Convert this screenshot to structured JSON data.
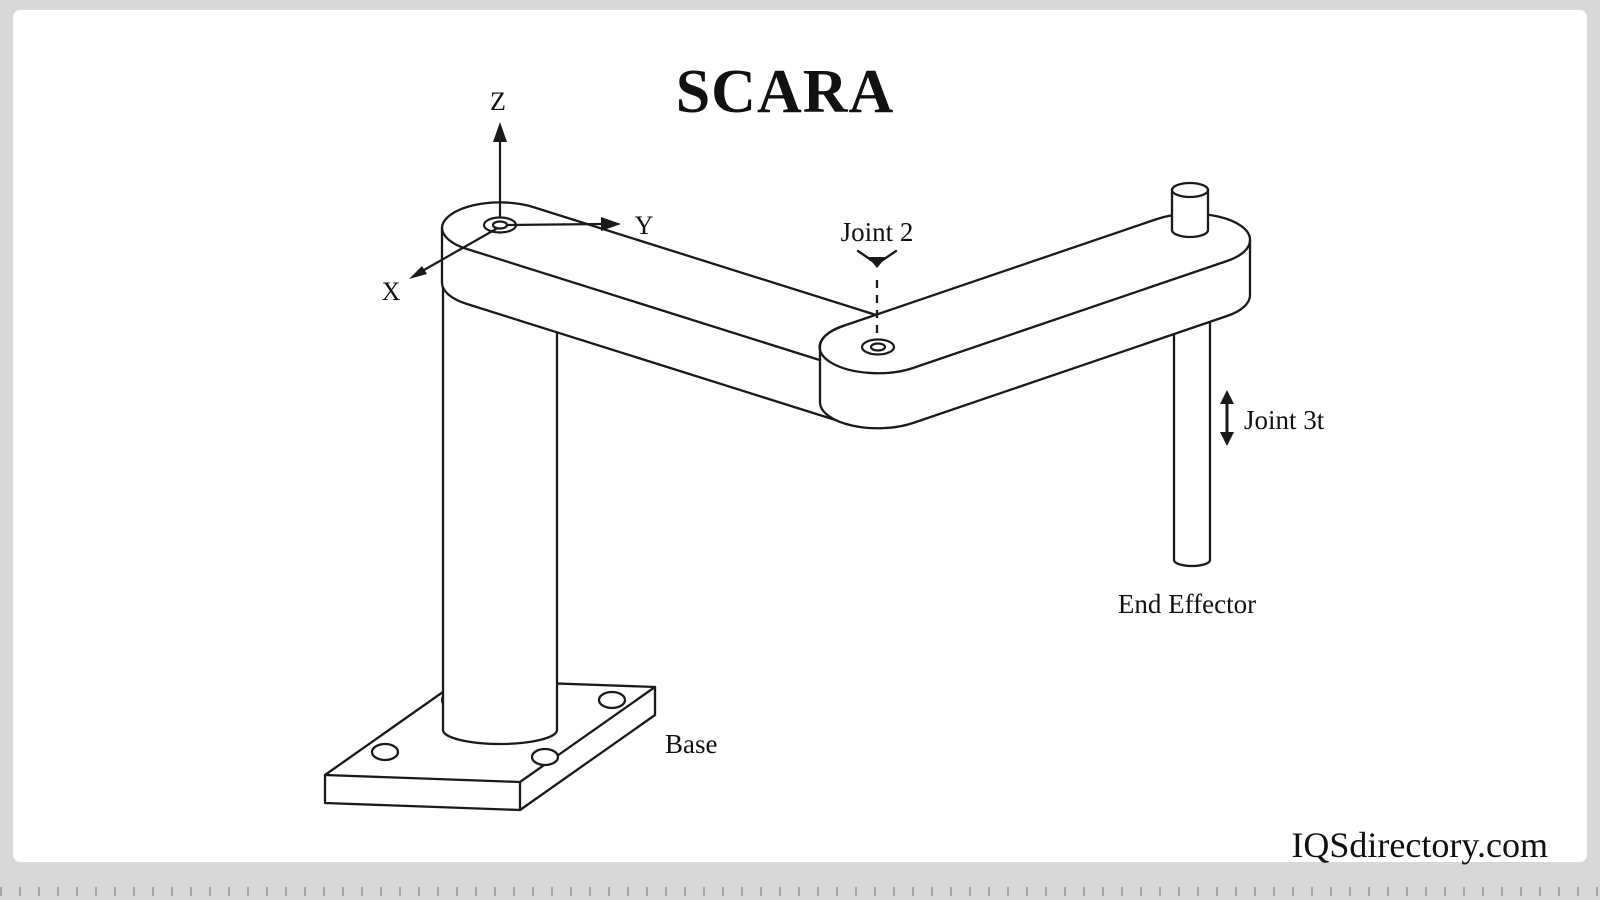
{
  "page": {
    "frame_color": "#d8d8d8",
    "canvas_color": "#ffffff",
    "line_color": "#1a1a1a"
  },
  "diagram": {
    "title": "SCARA",
    "axis_labels": {
      "z": "Z",
      "y": "Y",
      "x": "X"
    },
    "labels": {
      "joint2": "Joint 2",
      "joint3": "Joint 3t",
      "end_effector": "End Effector",
      "base": "Base"
    }
  },
  "watermark": "IQSdirectory.com"
}
